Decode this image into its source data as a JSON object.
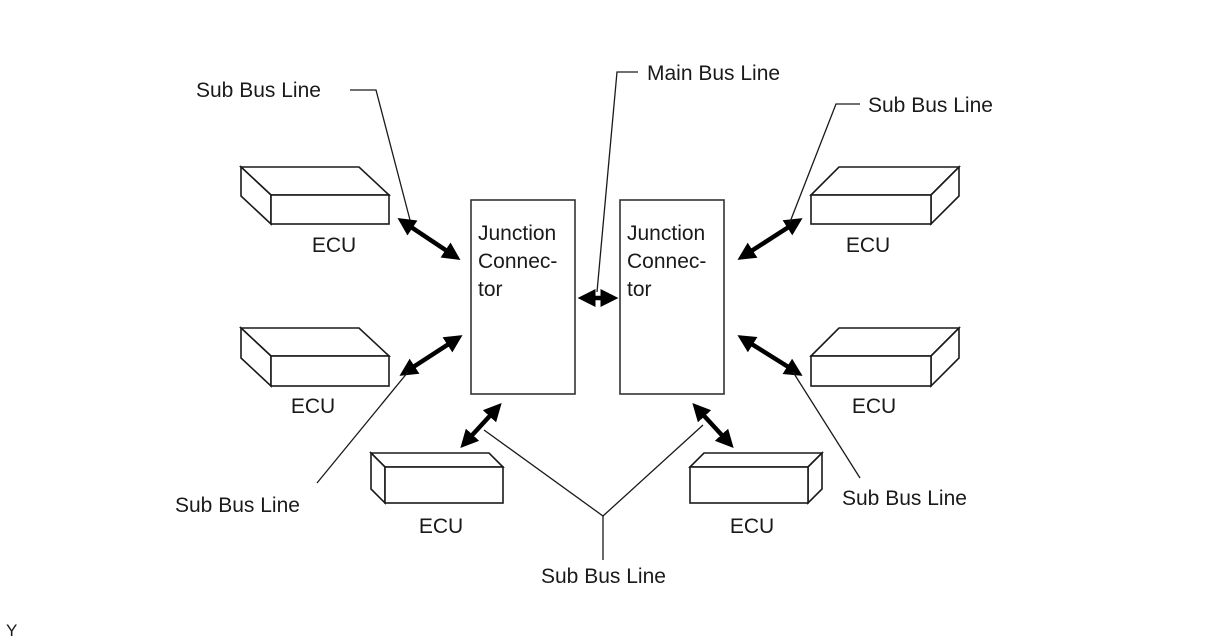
{
  "colors": {
    "line": "#1a1a1a",
    "background": "#ffffff"
  },
  "labels": {
    "main_bus_line": "Main Bus Line",
    "sub_bus_line_top_left": "Sub Bus Line",
    "sub_bus_line_top_right": "Sub Bus Line",
    "sub_bus_line_bottom_left": "Sub Bus Line",
    "sub_bus_line_bottom_right": "Sub Bus Line",
    "sub_bus_line_bottom_center": "Sub Bus Line",
    "figure_mark": "Y"
  },
  "junction_connectors": {
    "left": {
      "line1": "Junction",
      "line2": "Connec-",
      "line3": "tor"
    },
    "right": {
      "line1": "Junction",
      "line2": "Connec-",
      "line3": "tor"
    }
  },
  "ecus": {
    "top_left": "ECU",
    "mid_left": "ECU",
    "bottom_left": "ECU",
    "top_right": "ECU",
    "mid_right": "ECU",
    "bottom_right": "ECU"
  }
}
